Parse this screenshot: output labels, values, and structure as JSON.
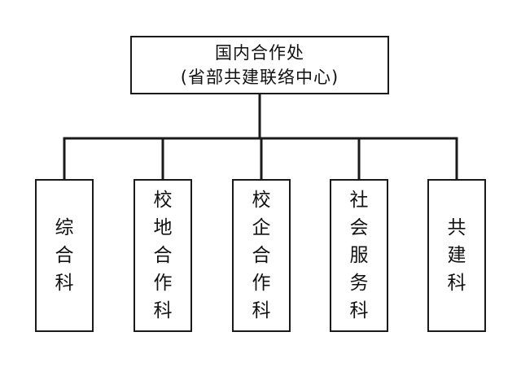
{
  "top_unit": {
    "name": "国内合作处",
    "subtitle": "(省部共建联络中心)"
  },
  "departments": [
    {
      "label": "综合科"
    },
    {
      "label": "校地合作科"
    },
    {
      "label": "校企合作科"
    },
    {
      "label": "社会服务科"
    },
    {
      "label": "共建科"
    }
  ]
}
